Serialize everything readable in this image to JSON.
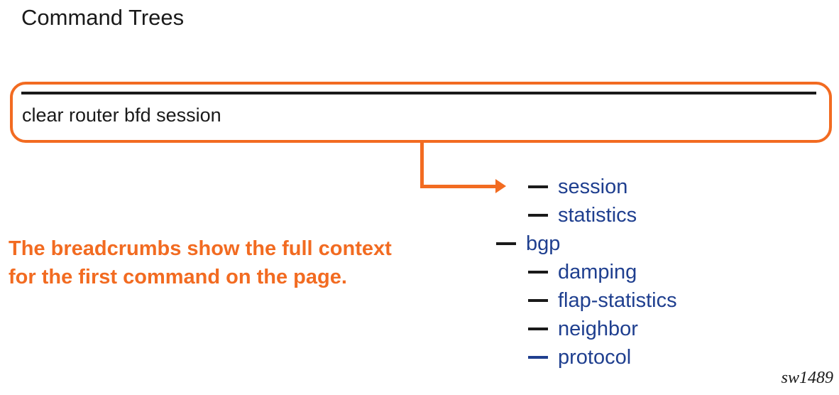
{
  "page": {
    "title": "Command Trees",
    "watermark": "sw1489"
  },
  "breadcrumb": {
    "command": "clear router bfd session"
  },
  "caption": {
    "line1": "The breadcrumbs show the full context",
    "line2": "for the first command on the page."
  },
  "tree": {
    "items": [
      {
        "label": "session",
        "level": 1,
        "dash_color": "black"
      },
      {
        "label": "statistics",
        "level": 1,
        "dash_color": "black"
      },
      {
        "label": "bgp",
        "level": 0,
        "dash_color": "black"
      },
      {
        "label": "damping",
        "level": 1,
        "dash_color": "black"
      },
      {
        "label": "flap-statistics",
        "level": 1,
        "dash_color": "black"
      },
      {
        "label": "neighbor",
        "level": 1,
        "dash_color": "black"
      },
      {
        "label": "protocol",
        "level": 1,
        "dash_color": "blue"
      }
    ]
  },
  "colors": {
    "accent_orange": "#f26b21",
    "tree_blue": "#1f3f8f",
    "text_black": "#1a1a1a"
  }
}
